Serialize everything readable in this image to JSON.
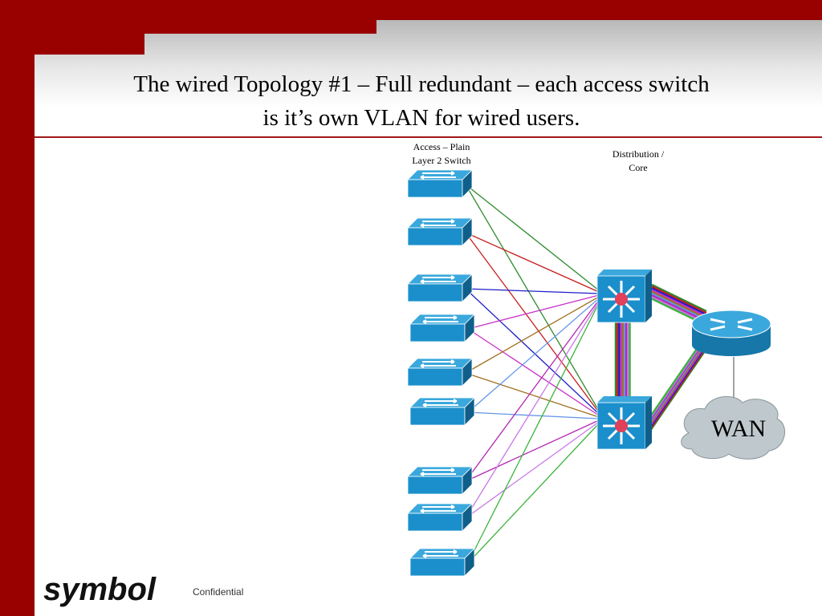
{
  "slide": {
    "title_line1": "The wired Topology #1 – Full redundant – each access switch",
    "title_line2": "is it’s own VLAN for wired users.",
    "brand_color": "#990000"
  },
  "diagram": {
    "access_label_line1": "Access – Plain",
    "access_label_line2": "Layer 2 Switch",
    "distribution_label_line1": "Distribution /",
    "distribution_label_line2": "Core",
    "wan_label": "WAN",
    "access_switch_count": 9,
    "access_switch_icon": "layer2-switch-icon",
    "distribution_switch_icon": "multilayer-switch-icon",
    "router_icon": "router-icon",
    "wan_icon": "cloud-icon",
    "link_colors": [
      "#2e8b2e",
      "#c81e1e",
      "#1e1ec8",
      "#c832c8",
      "#a0701e",
      "#6496e6",
      "#b428b4",
      "#c878e6",
      "#3cb43c"
    ]
  },
  "footer": {
    "logo_text": "symbol",
    "confidential": "Confidential"
  }
}
